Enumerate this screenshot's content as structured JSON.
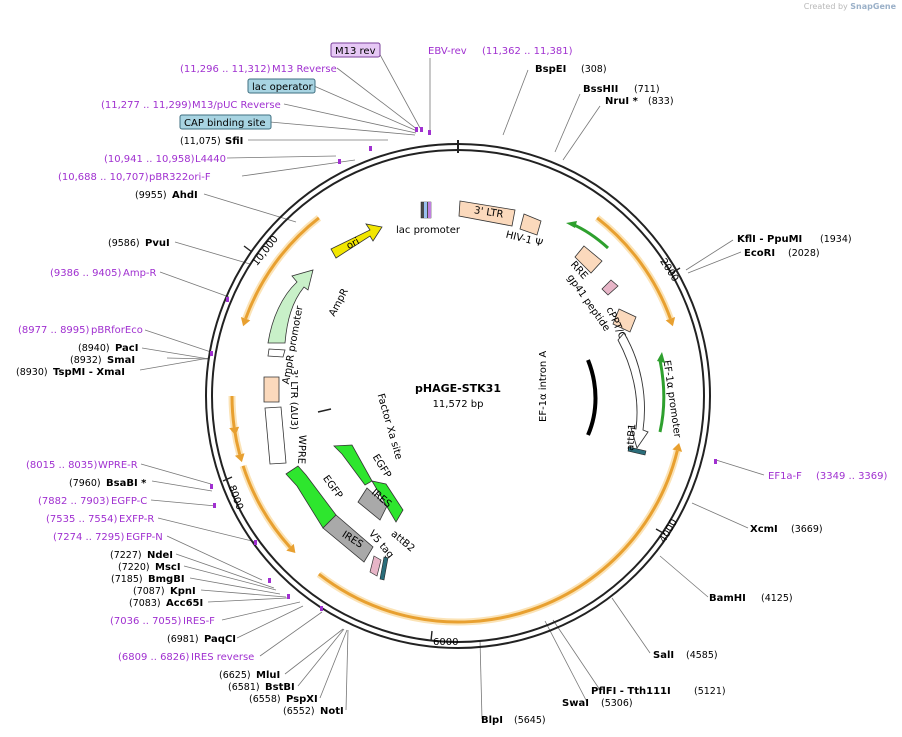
{
  "header": {
    "credit_prefix": "Created by",
    "credit_logo": "SnapGene"
  },
  "plasmid": {
    "name": "pHAGE-STK31",
    "size_label": "11,572 bp"
  },
  "ticks": [
    "2000",
    "4000",
    "6000",
    "8000",
    "10,000"
  ],
  "boxed_labels": [
    {
      "text": "M13 rev",
      "fill": "#e6c8f5",
      "stroke": "#7a3f9a"
    },
    {
      "text": "lac operator",
      "fill": "#a8d4e2",
      "stroke": "#3f6f80"
    },
    {
      "text": "CAP binding site",
      "fill": "#a8d4e2",
      "stroke": "#3f6f80"
    }
  ],
  "left_labels": [
    {
      "kind": "primer",
      "pos": "(11,296 .. 11,312)",
      "name": "M13 Reverse"
    },
    {
      "kind": "primer",
      "pos": "(11,277 .. 11,299)",
      "name": "M13/pUC Reverse"
    },
    {
      "kind": "site",
      "pos": "(11,075)",
      "name": "SfiI"
    },
    {
      "kind": "primer",
      "pos": "(10,941 .. 10,958)",
      "name": "L4440"
    },
    {
      "kind": "primer",
      "pos": "(10,688 .. 10,707)",
      "name": "pBR322ori-F"
    },
    {
      "kind": "site",
      "pos": "(9955)",
      "name": "AhdI"
    },
    {
      "kind": "site",
      "pos": "(9586)",
      "name": "PvuI"
    },
    {
      "kind": "primer",
      "pos": "(9386 .. 9405)",
      "name": "Amp-R"
    },
    {
      "kind": "primer",
      "pos": "(8977 .. 8995)",
      "name": "pBRforEco"
    },
    {
      "kind": "site",
      "pos": "(8940)",
      "name": "PacI"
    },
    {
      "kind": "site",
      "pos": "(8932)",
      "name": "SmaI"
    },
    {
      "kind": "site",
      "pos": "(8930)",
      "name": "TspMI  - XmaI"
    },
    {
      "kind": "primer",
      "pos": "(8015 .. 8035)",
      "name": "WPRE-R"
    },
    {
      "kind": "site",
      "pos": "(7960)",
      "name": "BsaBI *"
    },
    {
      "kind": "primer",
      "pos": "(7882 .. 7903)",
      "name": "EGFP-C"
    },
    {
      "kind": "primer",
      "pos": "(7535 .. 7554)",
      "name": "EXFP-R"
    },
    {
      "kind": "primer",
      "pos": "(7274 .. 7295)",
      "name": "EGFP-N"
    },
    {
      "kind": "site",
      "pos": "(7227)",
      "name": "NdeI"
    },
    {
      "kind": "site",
      "pos": "(7220)",
      "name": "MscI"
    },
    {
      "kind": "site",
      "pos": "(7185)",
      "name": "BmgBI"
    },
    {
      "kind": "site",
      "pos": "(7087)",
      "name": "KpnI"
    },
    {
      "kind": "site",
      "pos": "(7083)",
      "name": "Acc65I"
    },
    {
      "kind": "primer",
      "pos": "(7036 .. 7055)",
      "name": "IRES-F"
    },
    {
      "kind": "site",
      "pos": "(6981)",
      "name": "PaqCI"
    },
    {
      "kind": "primer",
      "pos": "(6809 .. 6826)",
      "name": "IRES reverse"
    },
    {
      "kind": "site",
      "pos": "(6625)",
      "name": "MluI"
    },
    {
      "kind": "site",
      "pos": "(6581)",
      "name": "BstBI"
    },
    {
      "kind": "site",
      "pos": "(6558)",
      "name": "PspXI"
    },
    {
      "kind": "site",
      "pos": "(6552)",
      "name": "NotI"
    }
  ],
  "right_labels": [
    {
      "kind": "primer",
      "name": "EBV-rev",
      "pos": "(11,362 .. 11,381)"
    },
    {
      "kind": "site",
      "name": "BspEI",
      "pos": "(308)"
    },
    {
      "kind": "site",
      "name": "BssHII",
      "pos": "(711)"
    },
    {
      "kind": "site",
      "name": "NruI *",
      "pos": "(833)"
    },
    {
      "kind": "site",
      "name": "KflI  - PpuMI",
      "pos": "(1934)"
    },
    {
      "kind": "site",
      "name": "EcoRI",
      "pos": "(2028)"
    },
    {
      "kind": "primer",
      "name": "EF1a-F",
      "pos": "(3349 .. 3369)"
    },
    {
      "kind": "site",
      "name": "XcmI",
      "pos": "(3669)"
    },
    {
      "kind": "site",
      "name": "BamHI",
      "pos": "(4125)"
    },
    {
      "kind": "site",
      "name": "SalI",
      "pos": "(4585)"
    },
    {
      "kind": "site",
      "name": "PflFI  - Tth111I",
      "pos": "(5121)"
    },
    {
      "kind": "site",
      "name": "SwaI",
      "pos": "(5306)"
    },
    {
      "kind": "site",
      "name": "BlpI",
      "pos": "(5645)"
    }
  ],
  "features": [
    {
      "name": "lac promoter"
    },
    {
      "name": "3' LTR"
    },
    {
      "name": "HIV-1 Ψ"
    },
    {
      "name": "RRE"
    },
    {
      "name": "gp41 peptide"
    },
    {
      "name": "cPPT/CTS"
    },
    {
      "name": "EF-1α promoter"
    },
    {
      "name": "EF-1α intron A"
    },
    {
      "name": "attB1"
    },
    {
      "name": "ori"
    },
    {
      "name": "AmpR"
    },
    {
      "name": "AmpR promoter"
    },
    {
      "name": "3' LTR (ΔU3)"
    },
    {
      "name": "WPRE"
    },
    {
      "name": "Factor Xa site"
    },
    {
      "name": "EGFP"
    },
    {
      "name": "IRES"
    },
    {
      "name": "EGFP"
    },
    {
      "name": "IRES"
    },
    {
      "name": "V5 tag"
    },
    {
      "name": "attB2"
    }
  ],
  "colors": {
    "backbone": "#222222",
    "orf": "#e8a030",
    "primer": "#a030d0",
    "promoter_green": "#b9ecb9",
    "ori_yellow": "#f2e600",
    "egfp_green": "#2ee62e",
    "ires_gray": "#a9a9a9",
    "ltr_peach": "#fbd9bc",
    "cpg_light": "#cfefc8"
  }
}
